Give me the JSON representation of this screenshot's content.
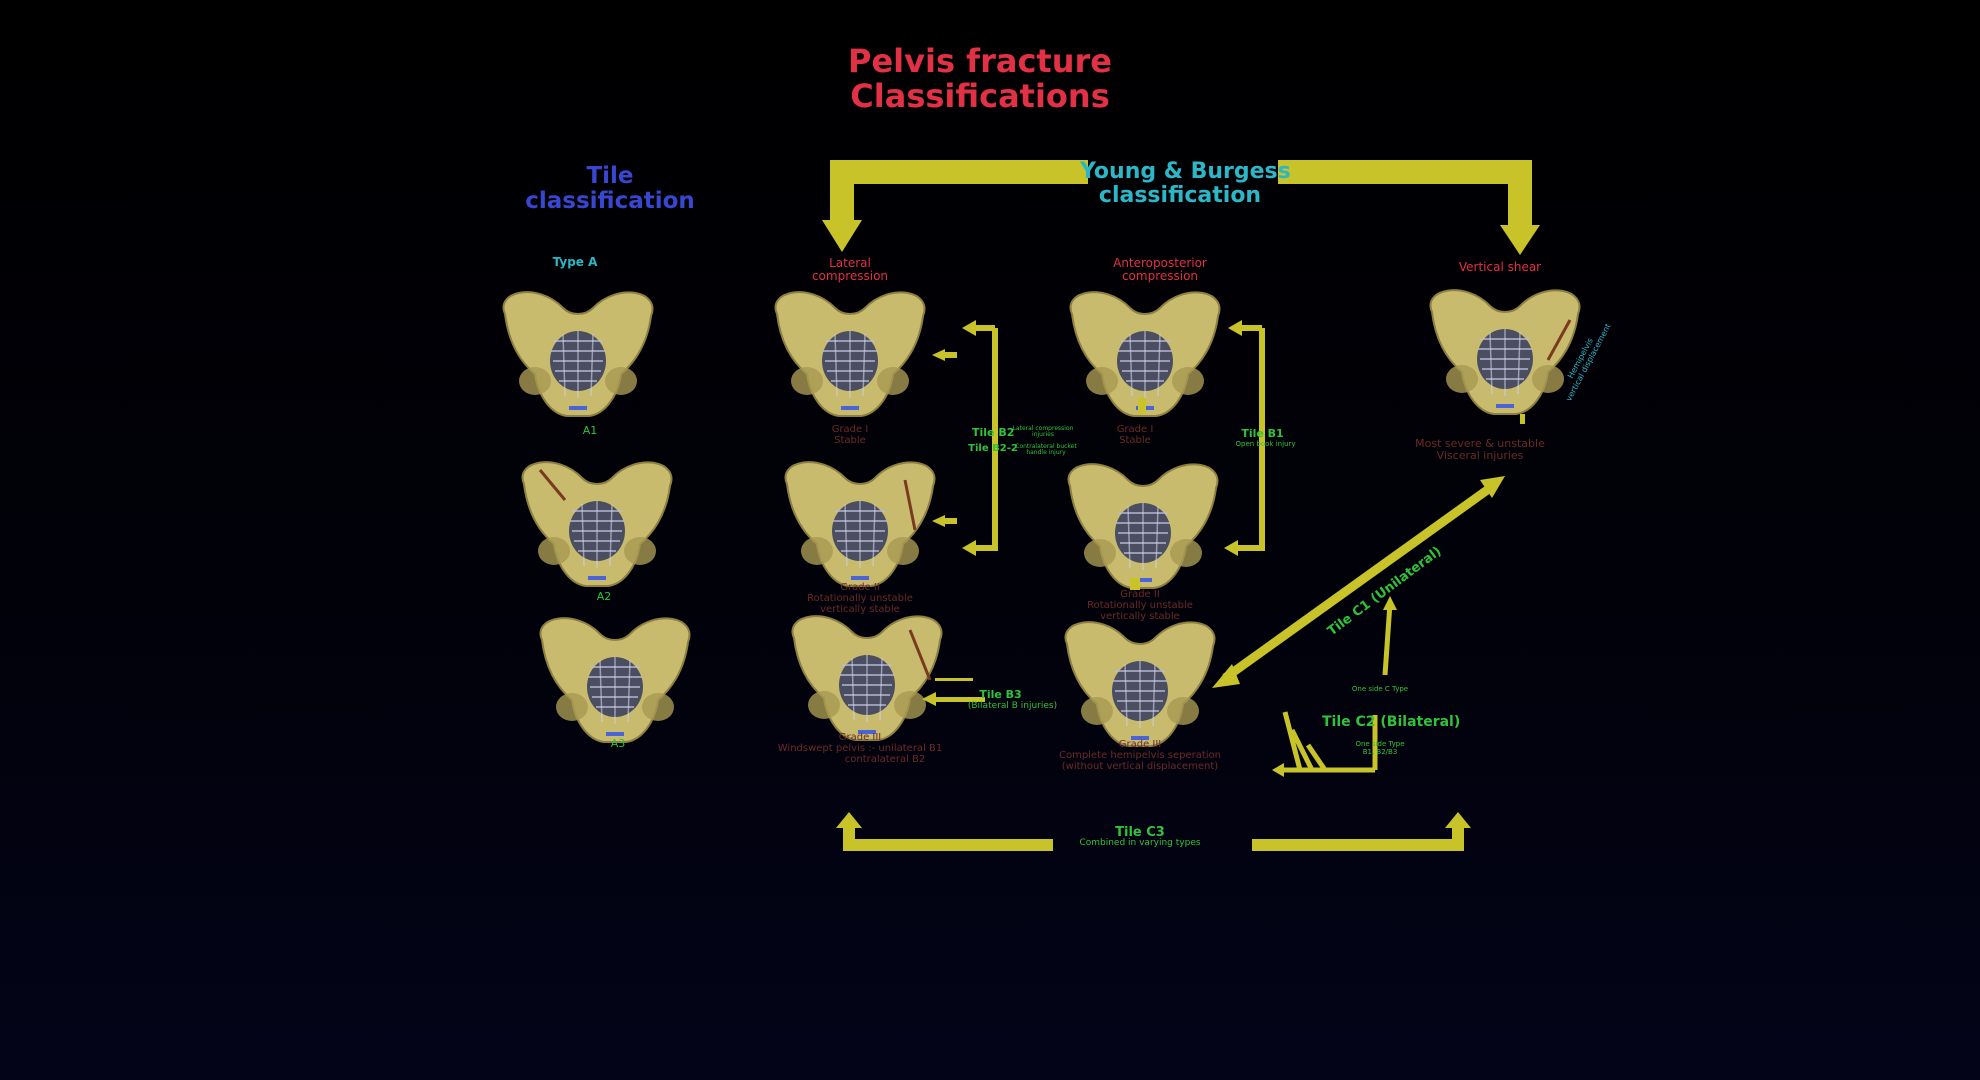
{
  "title": {
    "line1": "Pelvis fracture",
    "line2": "Classifications"
  },
  "tile": {
    "heading1": "Tile",
    "heading2": "classification",
    "type_a": "Type A",
    "items": [
      "A1",
      "A2",
      "A3"
    ]
  },
  "young_burgess": {
    "heading1": "Young & Burgess",
    "heading2": "classification",
    "lateral": {
      "heading1": "Lateral",
      "heading2": "compression",
      "g1_a": "Grade I",
      "g1_b": "Stable",
      "g2_a": "Grade II",
      "g2_b": "Rotationally unstable",
      "g2_c": "vertically stable",
      "g3_a": "Grade III",
      "g3_b": "Windswept pelvis :- unilateral B1",
      "g3_c": "contralateral B2"
    },
    "ap": {
      "heading1": "Anteroposterior",
      "heading2": "compression",
      "g1_a": "Grade I",
      "g1_b": "Stable",
      "g2_a": "Grade II",
      "g2_b": "Rotationally unstable",
      "g2_c": "vertically stable",
      "g3_a": "Grade III",
      "g3_b": "Complete hemipelvis seperation",
      "g3_c": "(without vertical displacement)"
    },
    "vertical": {
      "heading": "Vertical shear",
      "desc1": "Most severe & unstable",
      "desc2": "Visceral injuries",
      "side_note1": "Hemipelvis",
      "side_note2": "vertical displacement"
    }
  },
  "tile_labels": {
    "b2": "Tile B2",
    "b2_note1": "Lateral compression",
    "b2_note2": "injuries",
    "b2_2": "Tile B2-2",
    "b2_2_note1": "Contralateral bucket",
    "b2_2_note2": "handle injury",
    "b1": "Tile B1",
    "b1_note": "Open book injury",
    "b3": "Tile B3",
    "b3_note": "(Bilateral B injuries)",
    "c1": "Tile C1 (Unilateral)",
    "c2": "Tile C2 (Bilateral)",
    "c2_note_top": "One side C Type",
    "c2_note_bottom1": "One side Type",
    "c2_note_bottom2": "B1, B2/B3",
    "c3": "Tile C3",
    "c3_note": "Combined in varying types"
  },
  "colors": {
    "title": "#e23045",
    "tile_heading": "#3846d0",
    "yb_heading": "#2bb7c7",
    "tile_green": "#2fc33a",
    "arrow": "#c9c32a",
    "bone": "#c8bb6e"
  }
}
